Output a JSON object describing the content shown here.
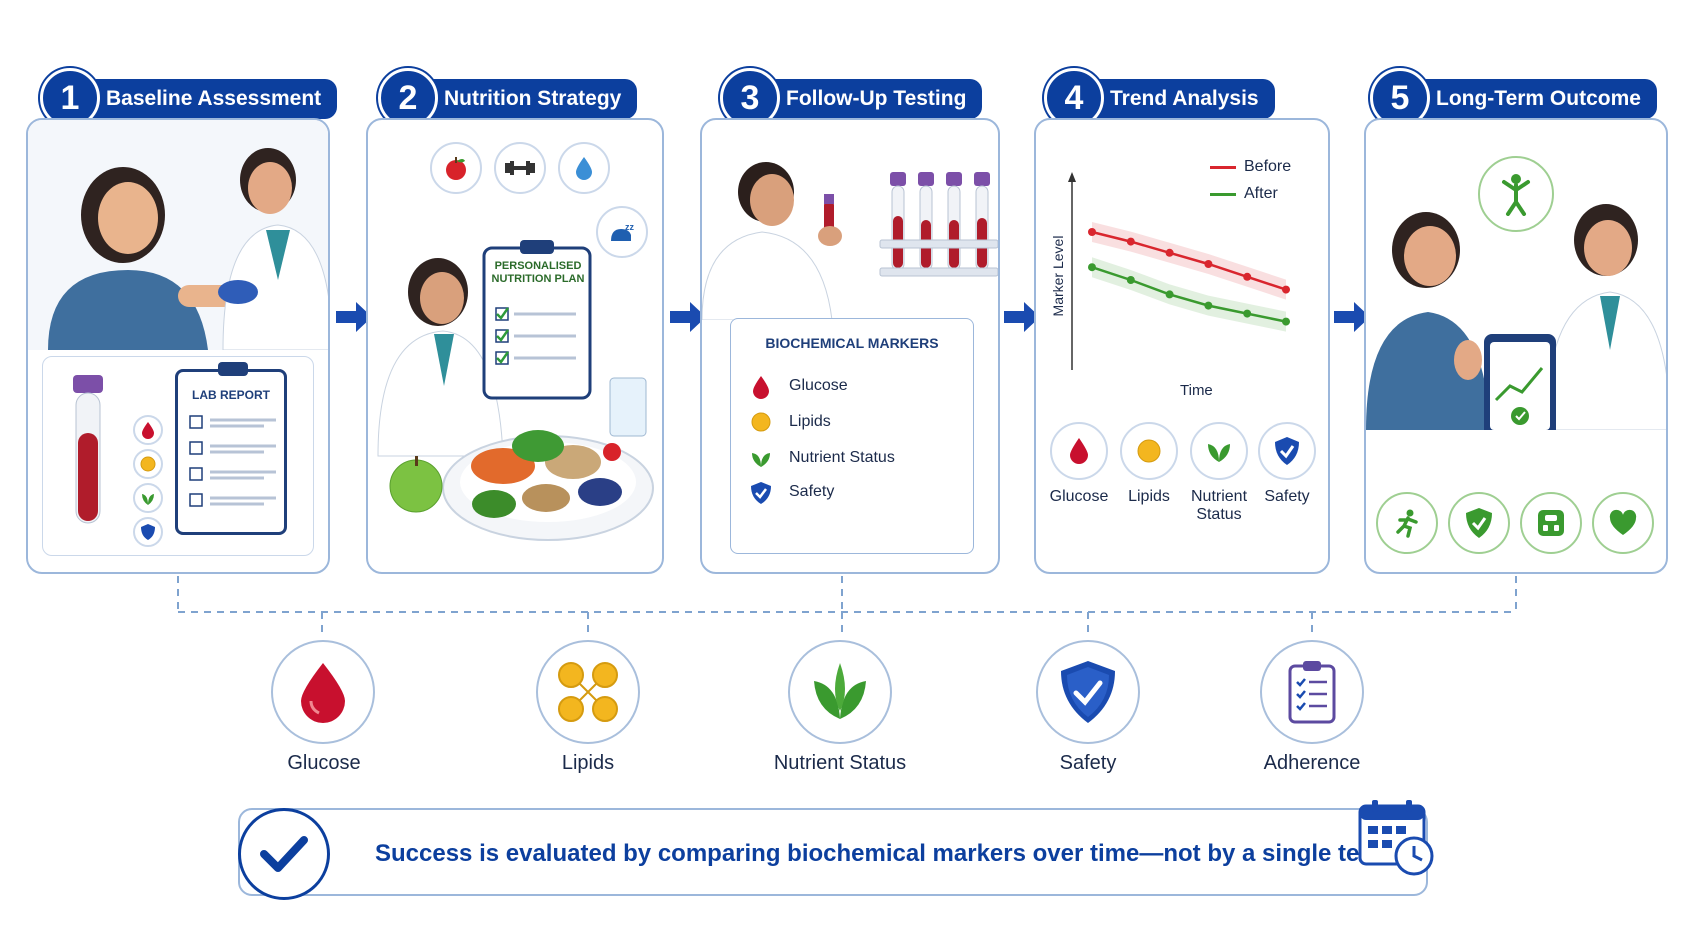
{
  "steps": [
    {
      "number": "1",
      "title": "Baseline Assessment"
    },
    {
      "number": "2",
      "title": "Nutrition Strategy"
    },
    {
      "number": "3",
      "title": "Follow-Up Testing"
    },
    {
      "number": "4",
      "title": "Trend Analysis"
    },
    {
      "number": "5",
      "title": "Long-Term Outcome"
    }
  ],
  "panel1": {
    "lab_report": "LAB REPORT"
  },
  "panel2": {
    "plan_title_line1": "PERSONALISED",
    "plan_title_line2": "NUTRITION PLAN"
  },
  "panel3": {
    "box_title": "BIOCHEMICAL MARKERS",
    "items": [
      "Glucose",
      "Lipids",
      "Nutrient Status",
      "Safety"
    ]
  },
  "panel4": {
    "legend_before": "Before",
    "legend_after": "After",
    "ylabel": "Marker Level",
    "xlabel": "Time",
    "icons": [
      "Glucose",
      "Lipids",
      "Nutrient",
      "Status",
      "Safety"
    ]
  },
  "chart_data": {
    "type": "line",
    "title": "",
    "xlabel": "Time",
    "ylabel": "Marker Level",
    "x": [
      1,
      2,
      3,
      4,
      5,
      6
    ],
    "series": [
      {
        "name": "Before",
        "color": "#d9262e",
        "values": [
          8.0,
          7.4,
          6.7,
          6.0,
          5.2,
          4.4
        ]
      },
      {
        "name": "After",
        "color": "#3a9a2f",
        "values": [
          5.8,
          5.0,
          4.1,
          3.4,
          2.9,
          2.4
        ]
      }
    ],
    "ylim": [
      0,
      10
    ],
    "grid": false,
    "legend": "top-right"
  },
  "markers": [
    "Glucose",
    "Lipids",
    "Nutrient Status",
    "Safety",
    "Adherence"
  ],
  "banner": {
    "text": "Success is evaluated by comparing biochemical markers over time—not by a single test."
  },
  "colors": {
    "primary": "#0c3f9e",
    "panel_border": "#9cb7db",
    "red": "#c8102e",
    "green": "#3a9a2f",
    "gold": "#f3b61f"
  }
}
